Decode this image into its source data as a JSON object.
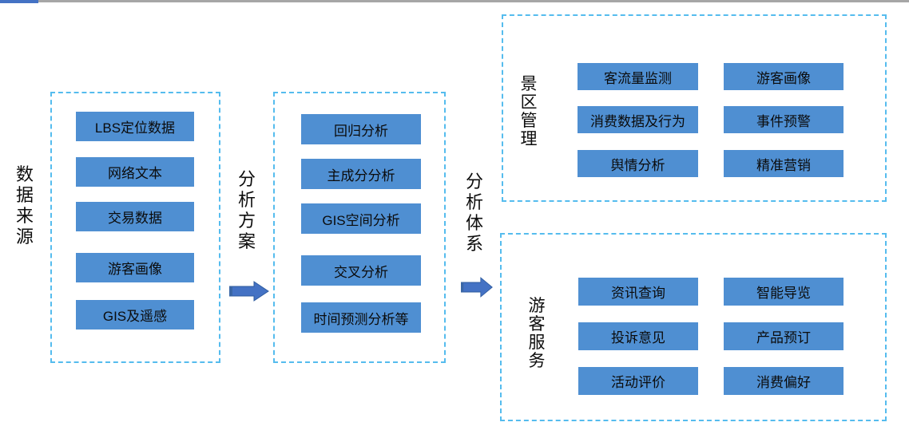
{
  "colors": {
    "accent_blue": "#4472C4",
    "bar_gray": "#A6A6A6",
    "node_blue": "#4F8FD2",
    "dash_blue": "#55BCEE",
    "arrow_blue": "#4472C4",
    "arrow_edge": "#2E5B9E",
    "text_dark": "#111111"
  },
  "diagram": {
    "data_source": {
      "label": "数据来源",
      "items": [
        "LBS定位数据",
        "网络文本",
        "交易数据",
        "游客画像",
        "GIS及遥感"
      ]
    },
    "analysis_plan": {
      "label": "分析方案",
      "items": [
        "回归分析",
        "主成分分析",
        "GIS空间分析",
        "交叉分析",
        "时间预测分析等"
      ]
    },
    "analysis_system": {
      "label": "分析体系",
      "scenic_management": {
        "label": "景区管理",
        "items": [
          "客流量监测",
          "游客画像",
          "消费数据及行为",
          "事件预警",
          "舆情分析",
          "精准营销"
        ]
      },
      "tourist_service": {
        "label": "游客服务",
        "items": [
          "资讯查询",
          "智能导览",
          "投诉意见",
          "产品预订",
          "活动评价",
          "消费偏好"
        ]
      }
    }
  }
}
